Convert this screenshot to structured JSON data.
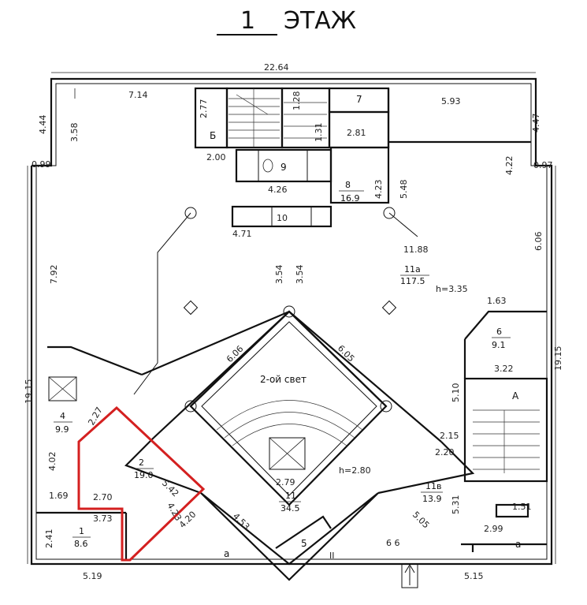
{
  "title": {
    "number": "1",
    "text": "ЭТАЖ"
  },
  "dimensions": {
    "top_width": "22.64",
    "d_714": "7.14",
    "d_593": "5.93",
    "d_444": "4.44",
    "d_358": "3.58",
    "d_099": "0.99",
    "d_447": "4.47",
    "d_097": "0.97",
    "d_277": "2.77",
    "d_128": "1.28",
    "d_131": "1.31",
    "d_281": "2.81",
    "d_200": "2.00",
    "d_426": "4.26",
    "d_423": "4.23",
    "d_548": "5.48",
    "d_422": "4.22",
    "d_471": "4.71",
    "d_606r": "6.06",
    "d_1188": "11.88",
    "d_792": "7.92",
    "d_354a": "3.54",
    "d_354b": "3.54",
    "d_163": "1.63",
    "d_1915l": "19.15",
    "d_1915r": "19.15",
    "d_606a": "6.06",
    "d_605": "6.05",
    "d_227": "2.27",
    "d_322": "3.22",
    "d_510": "5.10",
    "d_215": "2.15",
    "d_220": "2.20",
    "d_402": "4.02",
    "d_542": "5.42",
    "d_423b": "4.23",
    "d_420": "4.20",
    "d_169": "1.69",
    "d_270": "2.70",
    "d_373": "3.73",
    "d_241": "2.41",
    "d_279": "2.79",
    "d_453": "4.53",
    "d_505": "5.05",
    "d_531": "5.31",
    "d_151": "1.51",
    "d_299": "2.99",
    "d_519": "5.19",
    "d_515": "5.15",
    "d_66": "6 6",
    "h_335": "h=3.35",
    "h_280": "h=2.80"
  },
  "rooms": {
    "r_b": "Б",
    "r_7": "7",
    "r_9": "9",
    "r_10": "10",
    "r_8_num": "8",
    "r_8_area": "16.9",
    "r_11a_num": "11а",
    "r_11a_area": "117.5",
    "r_6_num": "6",
    "r_6_area": "9.1",
    "r_A": "А",
    "second_light": "2-ой свет",
    "r_4_num": "4",
    "r_4_area": "9.9",
    "r_2_num": "2",
    "r_2_area": "19.0",
    "r_11_num": "11",
    "r_11_area": "34.5",
    "r_11b_num": "11в",
    "r_11b_area": "13.9",
    "r_1_num": "1",
    "r_1_area": "8.6",
    "r_5": "5",
    "mark_a1": "а",
    "mark_a2": "а",
    "mark_II": "II"
  },
  "colors": {
    "highlight": "#d42020",
    "wall": "#111111"
  }
}
